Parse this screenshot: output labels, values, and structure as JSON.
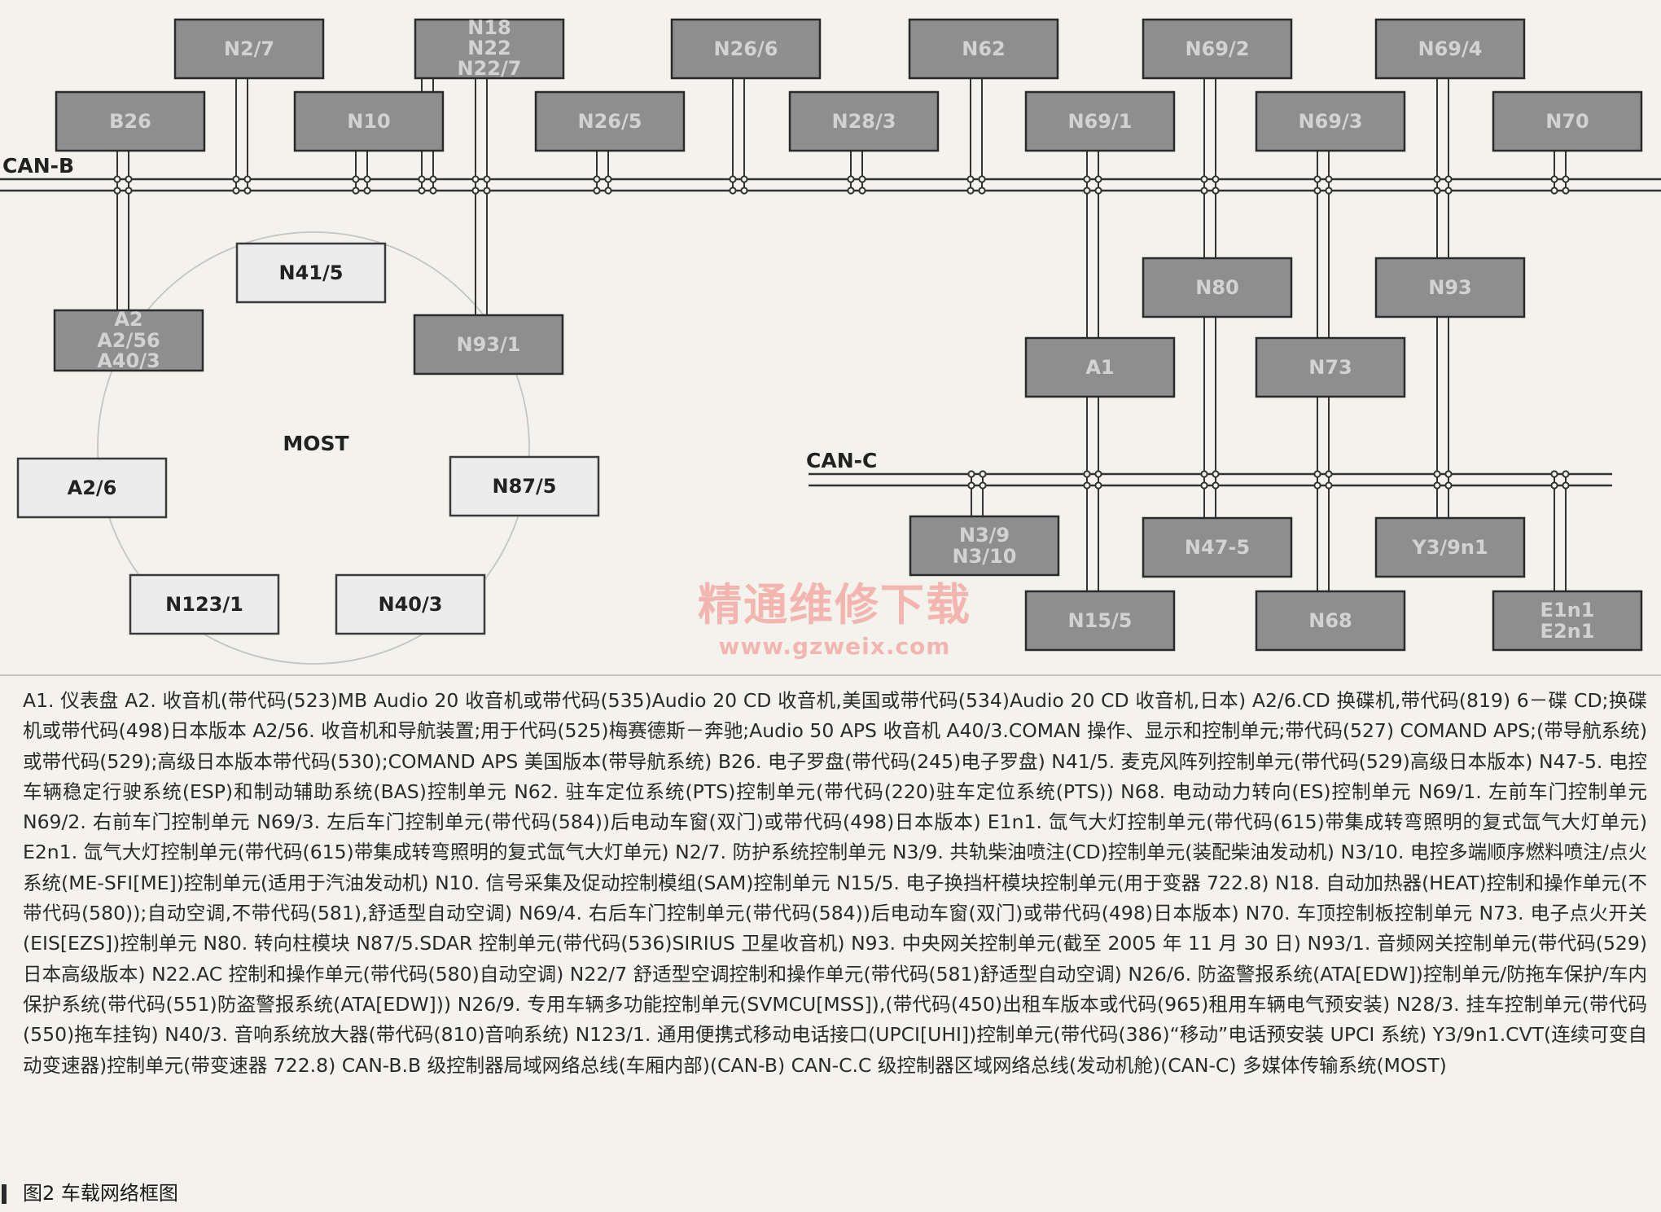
{
  "buses": {
    "can_b": "CAN-B",
    "can_c": "CAN-C",
    "most": "MOST"
  },
  "nodes": {
    "n2_7": [
      "N2/7"
    ],
    "n18_group": [
      "N18",
      "N22",
      "N22/7"
    ],
    "n26_6": [
      "N26/6"
    ],
    "n62": [
      "N62"
    ],
    "n69_2": [
      "N69/2"
    ],
    "n69_4": [
      "N69/4"
    ],
    "b26": [
      "B26"
    ],
    "n10": [
      "N10"
    ],
    "n26_5": [
      "N26/5"
    ],
    "n28_3": [
      "N28/3"
    ],
    "n69_1": [
      "N69/1"
    ],
    "n69_3": [
      "N69/3"
    ],
    "n70": [
      "N70"
    ],
    "n41_5": [
      "N41/5"
    ],
    "a2_group": [
      "A2",
      "A2/56",
      "A40/3"
    ],
    "n93_1": [
      "N93/1"
    ],
    "a2_6": [
      "A2/6"
    ],
    "n87_5": [
      "N87/5"
    ],
    "n123_1": [
      "N123/1"
    ],
    "n40_3": [
      "N40/3"
    ],
    "n80": [
      "N80"
    ],
    "n93": [
      "N93"
    ],
    "a1": [
      "A1"
    ],
    "n73": [
      "N73"
    ],
    "n3_group": [
      "N3/9",
      "N3/10"
    ],
    "n47_5": [
      "N47-5"
    ],
    "y3_9n1": [
      "Y3/9n1"
    ],
    "n15_5": [
      "N15/5"
    ],
    "n68": [
      "N68"
    ],
    "e_group": [
      "E1n1",
      "E2n1"
    ]
  },
  "watermark": {
    "title": "精通维修下载",
    "url": "www.gzweix.com"
  },
  "legend": "A1. 仪表盘 A2. 收音机(带代码(523)MB Audio 20 收音机或带代码(535)Audio 20 CD 收音机,美国或带代码(534)Audio 20 CD 收音机,日本) A2/6.CD 换碟机,带代码(819) 6－碟 CD;换碟机或带代码(498)日本版本 A2/56. 收音机和导航装置;用于代码(525)梅赛德斯－奔驰;Audio 50 APS 收音机 A40/3.COMAN 操作、显示和控制单元;带代码(527) COMAND APS;(带导航系统)或带代码(529);高级日本版本带代码(530);COMAND APS 美国版本(带导航系统) B26. 电子罗盘(带代码(245)电子罗盘) N41/5. 麦克风阵列控制单元(带代码(529)高级日本版本) N47-5. 电控车辆稳定行驶系统(ESP)和制动辅助系统(BAS)控制单元 N62. 驻车定位系统(PTS)控制单元(带代码(220)驻车定位系统(PTS)) N68. 电动动力转向(ES)控制单元 N69/1. 左前车门控制单元 N69/2. 右前车门控制单元 N69/3. 左后车门控制单元(带代码(584))后电动车窗(双门)或带代码(498)日本版本) E1n1. 氙气大灯控制单元(带代码(615)带集成转弯照明的复式氙气大灯单元) E2n1. 氙气大灯控制单元(带代码(615)带集成转弯照明的复式氙气大灯单元) N2/7. 防护系统控制单元 N3/9. 共轨柴油喷注(CD)控制单元(装配柴油发动机) N3/10. 电控多端顺序燃料喷注/点火系统(ME-SFI[ME])控制单元(适用于汽油发动机) N10. 信号采集及促动控制模组(SAM)控制单元 N15/5. 电子换挡杆模块控制单元(用于变器 722.8) N18. 自动加热器(HEAT)控制和操作单元(不带代码(580));自动空调,不带代码(581),舒适型自动空调) N69/4. 右后车门控制单元(带代码(584))后电动车窗(双门)或带代码(498)日本版本) N70. 车顶控制板控制单元 N73. 电子点火开关(EIS[EZS])控制单元 N80. 转向柱模块 N87/5.SDAR 控制单元(带代码(536)SIRIUS 卫星收音机) N93. 中央网关控制单元(截至 2005 年 11 月 30 日) N93/1. 音频网关控制单元(带代码(529)日本高级版本) N22.AC 控制和操作单元(带代码(580)自动空调) N22/7 舒适型空调控制和操作单元(带代码(581)舒适型自动空调) N26/6. 防盗警报系统(ATA[EDW])控制单元/防拖车保护/车内保护系统(带代码(551)防盗警报系统(ATA[EDW])) N26/9. 专用车辆多功能控制单元(SVMCU[MSS]),(带代码(450)出租车版本或代码(965)租用车辆电气预安装) N28/3. 挂车控制单元(带代码(550)拖车挂钩) N40/3. 音响系统放大器(带代码(810)音响系统) N123/1. 通用便携式移动电话接口(UPCI[UHI])控制单元(带代码(386)“移动”电话预安装 UPCI 系统) Y3/9n1.CVT(连续可变自动变速器)控制单元(带变速器 722.8) CAN-B.B 级控制器局域网络总线(车厢内部)(CAN-B) CAN-C.C 级控制器区域网络总线(发动机舱)(CAN-C) 多媒体传输系统(MOST)",
  "caption": "图2 车载网络框图"
}
